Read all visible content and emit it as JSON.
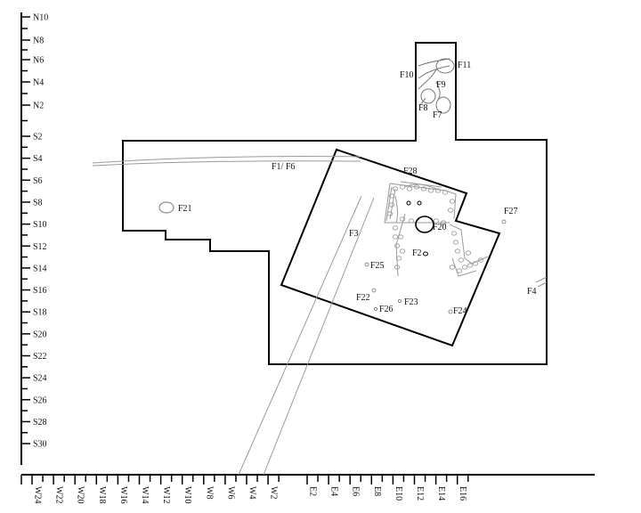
{
  "y_axis_labels": [
    "N10",
    "N8",
    "N6",
    "N4",
    "N2",
    "S2",
    "S4",
    "S6",
    "S8",
    "S10",
    "S12",
    "S14",
    "S16",
    "S18",
    "S20",
    "S22",
    "S24",
    "S26",
    "S28",
    "S30"
  ],
  "x_axis_labels": [
    "W24",
    "W22",
    "W20",
    "W18",
    "W16",
    "W14",
    "W12",
    "W10",
    "W8",
    "W6",
    "W4",
    "W2",
    "E2",
    "E4",
    "E6",
    "E8",
    "E10",
    "E12",
    "E14",
    "E16"
  ],
  "features": {
    "f1_f6": "F1/ F6",
    "f2": "F2",
    "f3": "F3",
    "f4": "F4",
    "f7": "F7",
    "f8": "F8",
    "f9": "F9",
    "f10": "F10",
    "f11": "F11",
    "f20": "F20",
    "f21": "F21",
    "f22": "F22",
    "f23": "F23",
    "f24": "F24",
    "f25": "F25",
    "f26": "F26",
    "f27": "F27",
    "f28": "F28"
  },
  "colors": {
    "line": "#000000",
    "faint": "#9a9a9a"
  }
}
